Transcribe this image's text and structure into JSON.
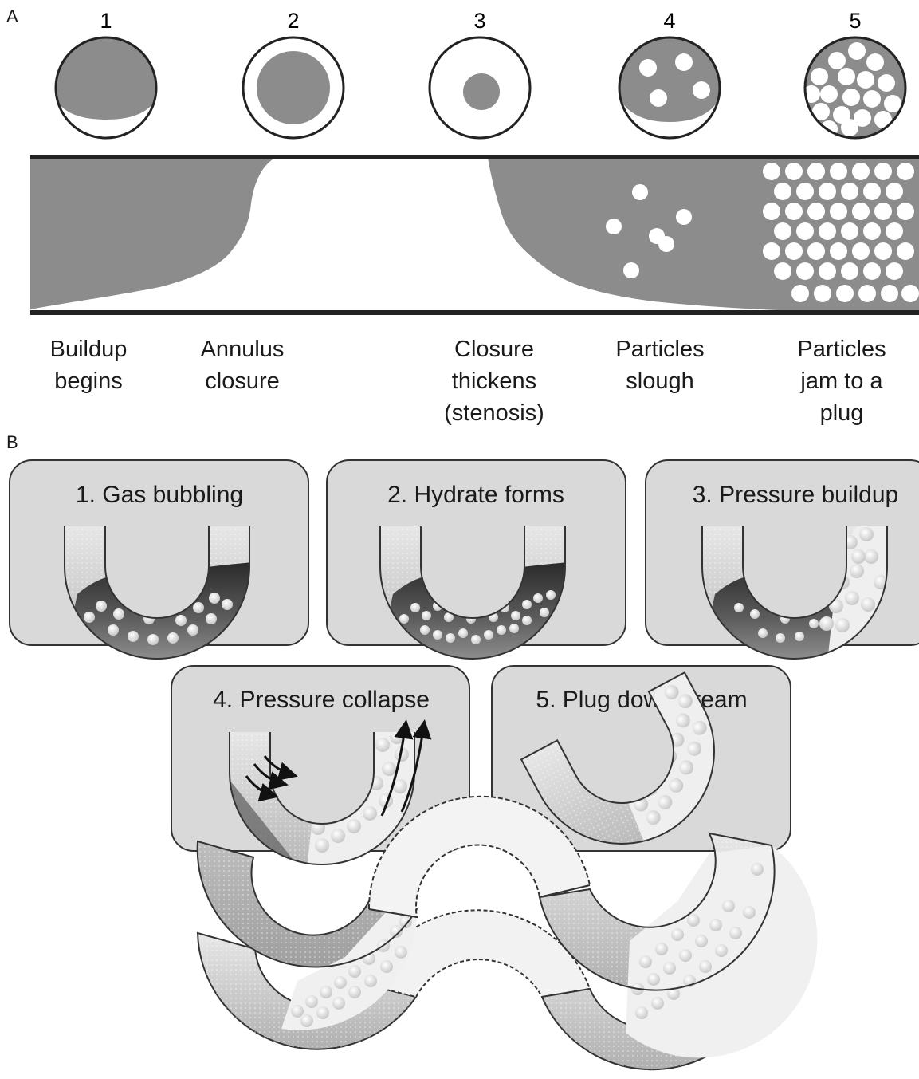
{
  "panel_a": {
    "label": "A",
    "stages": [
      "1",
      "2",
      "3",
      "4",
      "5"
    ],
    "captions": [
      [
        "Buildup",
        "begins"
      ],
      [
        "Annulus",
        "closure"
      ],
      [
        "Closure",
        "thickens",
        "(stenosis)"
      ],
      [
        "Particles",
        "slough"
      ],
      [
        "Particles",
        "jam to a",
        "plug"
      ]
    ]
  },
  "panel_b": {
    "label": "B",
    "boxes": [
      {
        "title": "1. Gas bubbling"
      },
      {
        "title": "2. Hydrate forms"
      },
      {
        "title": "3. Pressure buildup"
      },
      {
        "title": "4. Pressure collapse"
      },
      {
        "title": "5. Plug downstream"
      }
    ]
  },
  "colors": {
    "deposit_gray": "#8c8c8c",
    "box_fill": "#d9d9d9",
    "pipe_wall": "#222222"
  }
}
